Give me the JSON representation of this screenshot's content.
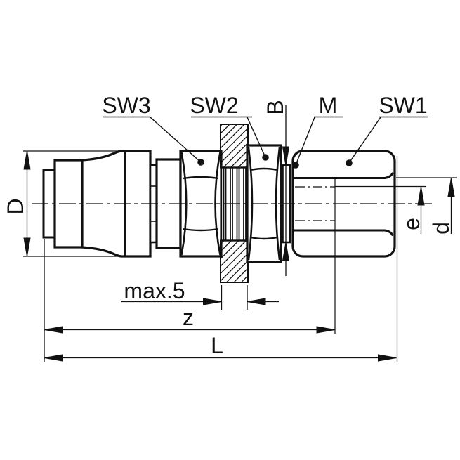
{
  "drawing": {
    "title": "bulkhead-fitting-technical-drawing",
    "background_color": "#ffffff",
    "line_color": "#111111",
    "labels": {
      "sw3": "SW3",
      "sw2": "SW2",
      "b": "B",
      "m": "M",
      "sw1": "SW1",
      "diameter_d_left": "D",
      "e": "e",
      "d": "d",
      "max5": "max.5",
      "z": "z",
      "l": "L"
    }
  }
}
